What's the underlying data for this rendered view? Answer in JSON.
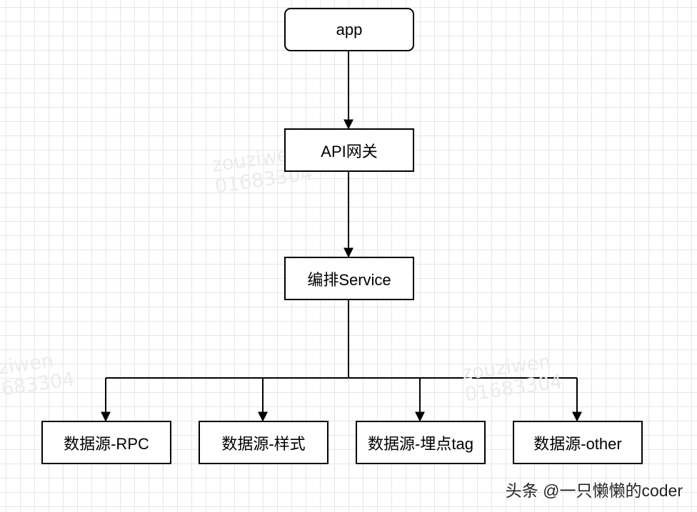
{
  "nodes": {
    "app": "app",
    "gateway": "API网关",
    "service": "编排Service",
    "ds_rpc": "数据源-RPC",
    "ds_style": "数据源-样式",
    "ds_tag": "数据源-埋点tag",
    "ds_other": "数据源-other"
  },
  "watermarks": [
    {
      "name": "zouziwen",
      "id": "01683304"
    },
    {
      "name": "ziwen",
      "id": "683304"
    },
    {
      "name": "zouziwen",
      "id": "01683304"
    }
  ],
  "credit": "头条 @一只懒懒的coder"
}
